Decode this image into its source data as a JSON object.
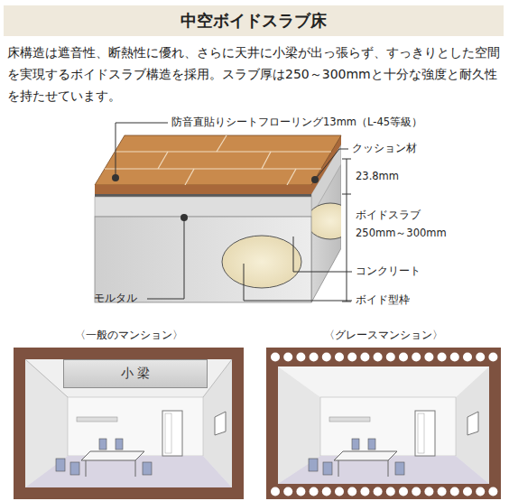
{
  "diagram": {
    "title": "中空ボイドスラブ床",
    "nodes": [
      {
        "text": [
          "小 梁"
        ]
      }
    ],
    "labels": [
      "床構造は遮音性、断熱性に優れ、さらに天井に小梁が出っ張らず、すっきりとした空間を実現するボイドスラブ構造を採用。スラブ厚は250～300mmと十分な強度と耐久性を持たせています。",
      "防音直貼りシートフローリング13mm（L-45等級）",
      "クッション材",
      "23.8mm",
      "ボイドスラブ 250mm～300mm",
      "コンクリート",
      "ボイド型枠",
      "モルタル",
      "〈一般のマンション〉",
      "〈グレースマンション〉"
    ]
  }
}
